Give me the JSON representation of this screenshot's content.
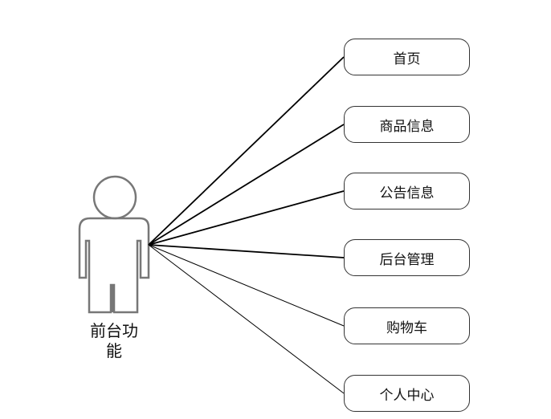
{
  "actor": {
    "label": "前台功\n能"
  },
  "use_cases": [
    {
      "label": "首页"
    },
    {
      "label": "商品信息"
    },
    {
      "label": "公告信息"
    },
    {
      "label": "后台管理"
    },
    {
      "label": "购物车"
    },
    {
      "label": "个人中心"
    }
  ]
}
